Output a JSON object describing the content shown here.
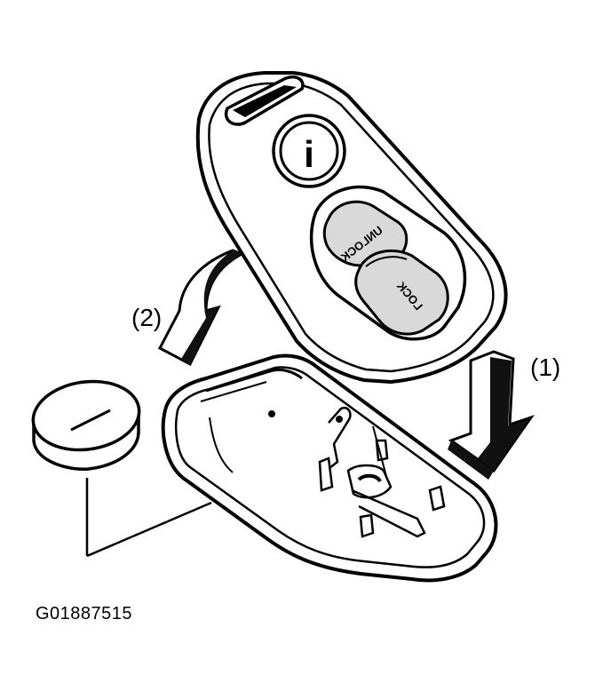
{
  "diagram": {
    "step_1_label": "(1)",
    "step_2_label": "(2)",
    "figure_id": "G01887515",
    "button_info_symbol": "i",
    "button_unlock_text": "UNLOCK",
    "button_lock_text": "LOCK"
  },
  "colors": {
    "line": "#000000",
    "face": "#ffffff",
    "button": "#d9d9d9",
    "shadow": "#111111"
  }
}
